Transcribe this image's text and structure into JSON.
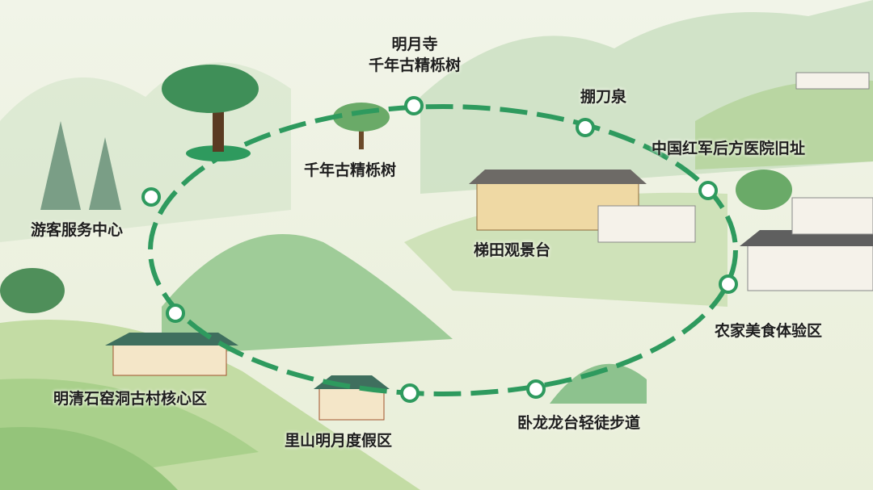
{
  "map": {
    "route_color": "#2e9a5e",
    "stops": [
      {
        "id": "mingyue-temple",
        "lines": [
          "明月寺",
          "千年古精栎树"
        ]
      },
      {
        "id": "ancient-tree",
        "lines": [
          "千年古精栎树"
        ]
      },
      {
        "id": "spring",
        "lines": [
          "掤刀泉"
        ]
      },
      {
        "id": "red-army-hospital",
        "lines": [
          "中国红军后方医院旧址"
        ]
      },
      {
        "id": "visitor-center",
        "lines": [
          "游客服务中心"
        ]
      },
      {
        "id": "terrace-viewpoint",
        "lines": [
          "梯田观景台"
        ]
      },
      {
        "id": "farm-food",
        "lines": [
          "农家美食体验区"
        ]
      },
      {
        "id": "old-village",
        "lines": [
          "明清石窑洞古村核心区"
        ]
      },
      {
        "id": "resort",
        "lines": [
          "里山明月度假区"
        ]
      },
      {
        "id": "trail",
        "lines": [
          "卧龙龙台轻徒步道"
        ]
      }
    ]
  }
}
